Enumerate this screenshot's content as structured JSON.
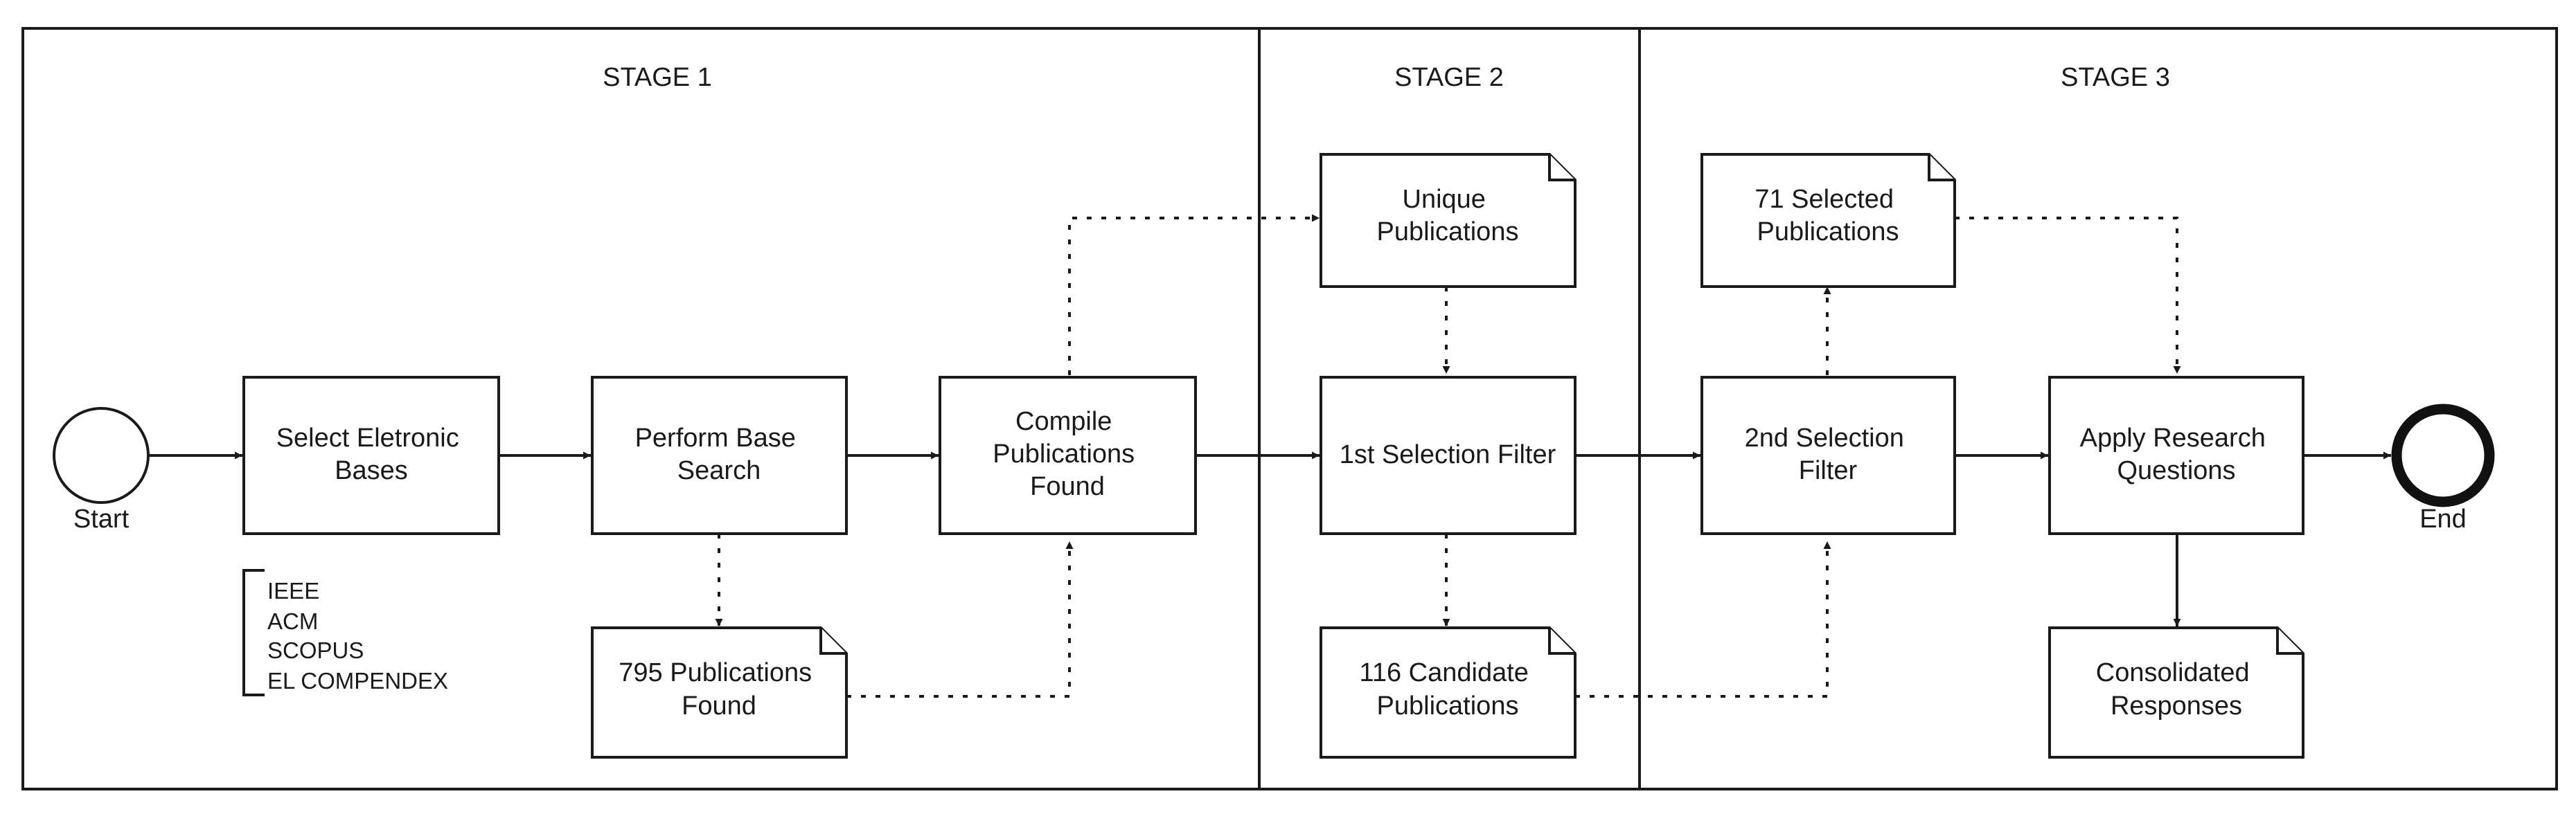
{
  "stages": [
    {
      "id": "stage-1",
      "label": "STAGE 1"
    },
    {
      "id": "stage-2",
      "label": "STAGE 2"
    },
    {
      "id": "stage-3",
      "label": "STAGE 3"
    }
  ],
  "events": {
    "start": "Start",
    "end": "End"
  },
  "tasks": {
    "select_bases": [
      "Select Eletronic",
      "Bases"
    ],
    "perform_search": [
      "Perform Base",
      "Search"
    ],
    "compile": [
      "Compile",
      "Publications",
      "Found"
    ],
    "filter1": [
      "1st Selection Filter"
    ],
    "filter2": [
      "2nd Selection",
      "Filter"
    ],
    "apply_rq": [
      "Apply Research",
      "Questions"
    ]
  },
  "documents": {
    "found_795": [
      "795 Publications",
      "Found"
    ],
    "unique": [
      "Unique",
      "Publications"
    ],
    "candidate_116": [
      "116 Candidate",
      "Publications"
    ],
    "selected_71": [
      "71 Selected",
      "Publications"
    ],
    "consolidated": [
      "Consolidated",
      "Responses"
    ]
  },
  "annotation": {
    "bases": [
      "IEEE",
      "ACM",
      "SCOPUS",
      "EL COMPENDEX"
    ]
  }
}
